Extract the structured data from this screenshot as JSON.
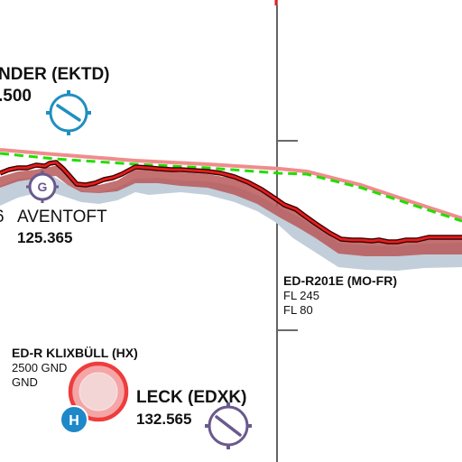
{
  "map": {
    "airports": [
      {
        "name": "NDER (EKTD)",
        "freq": ".500",
        "symbol": "airport-blue-icon"
      },
      {
        "name": "AVENTOFT",
        "freq": "125.365",
        "symbol": "airport-g-icon",
        "symbol_letter": "G",
        "prefix": "6"
      },
      {
        "name": "LECK (EDXK)",
        "freq": "132.565",
        "symbol": "airport-purple-icon"
      }
    ],
    "airspaces": [
      {
        "name": "ED-R201E (MO-FR)",
        "upper": "FL 245",
        "lower": "FL 80"
      },
      {
        "name": "ED-R KLIXBÜLL (HX)",
        "upper": "2500 GND",
        "lower": "GND"
      }
    ],
    "heliport": {
      "letter": "H"
    },
    "colors": {
      "border_red": "#e41e1e",
      "border_dark": "#3a0000",
      "band_grey": "#c2cfda",
      "band_rose": "#b95858",
      "pink_line": "#f08c8c",
      "green_dash": "#22dd00",
      "airport_blue": "#1f8fc0",
      "airport_purple": "#6a5a8e",
      "restricted_red": "#ee3d3d",
      "heli_blue": "#1e88c8"
    }
  }
}
